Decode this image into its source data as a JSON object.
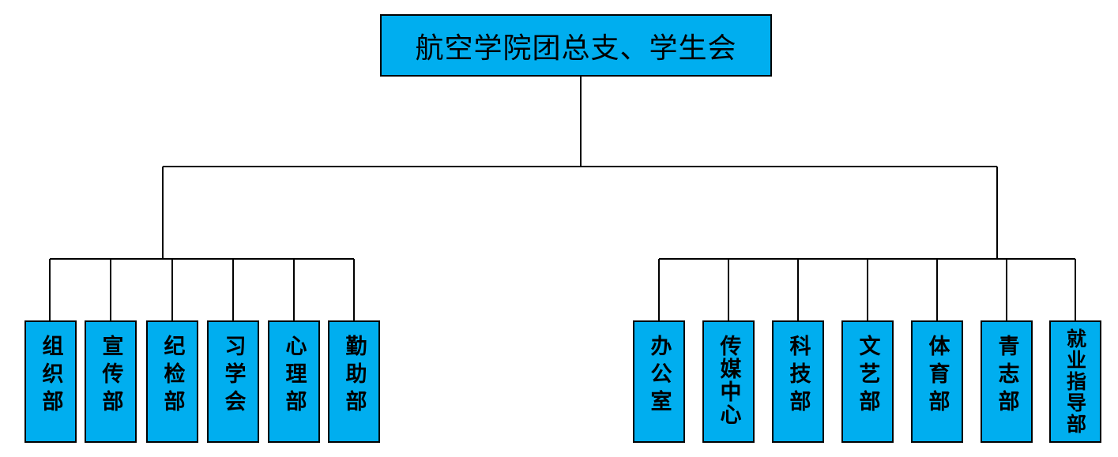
{
  "colors": {
    "box_fill": "#00AEEF",
    "line": "#000000",
    "text": "#000000"
  },
  "root": {
    "label": "航空学院团总支、学生会"
  },
  "left_group": {
    "departments": [
      {
        "label": "组织部"
      },
      {
        "label": "宣传部"
      },
      {
        "label": "纪检部"
      },
      {
        "label": "习学会"
      },
      {
        "label": "心理部"
      },
      {
        "label": "勤助部"
      }
    ]
  },
  "right_group": {
    "departments": [
      {
        "label": "办公室"
      },
      {
        "label": "传媒中心"
      },
      {
        "label": "科技部"
      },
      {
        "label": "文艺部"
      },
      {
        "label": "体育部"
      },
      {
        "label": "青志部"
      },
      {
        "label": "就业指导部"
      }
    ]
  }
}
